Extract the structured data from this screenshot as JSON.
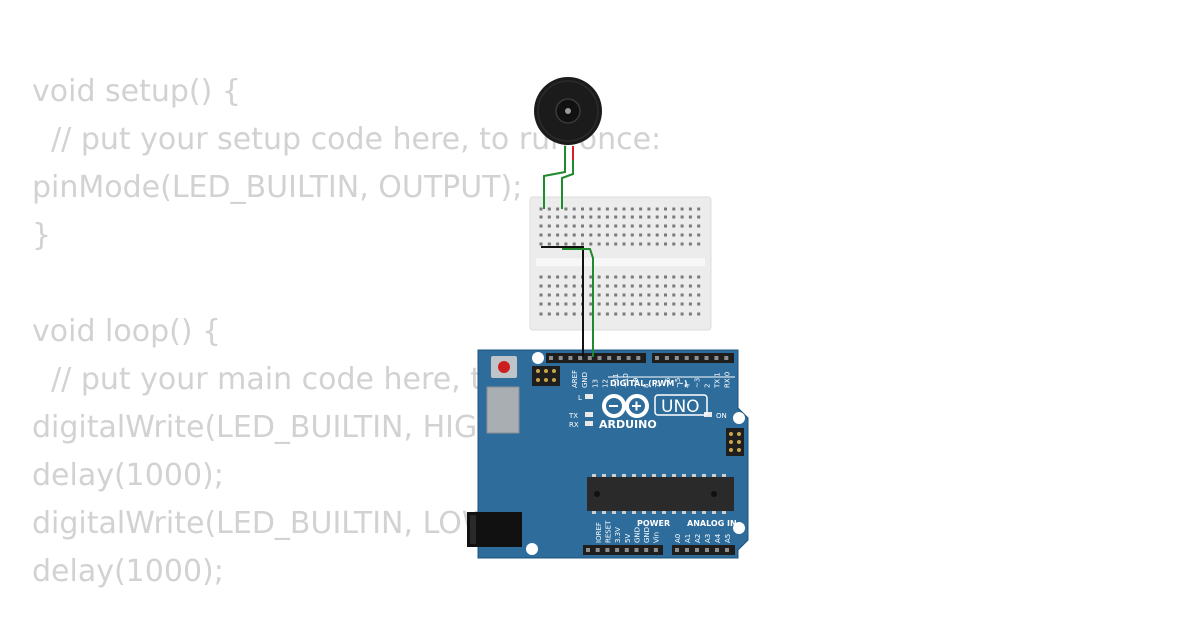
{
  "code_lines": [
    "void setup() {",
    "  // put your setup code here, to run once:",
    "pinMode(LED_BUILTIN, OUTPUT);",
    "}",
    "",
    "void loop() {",
    "  // put your main code here, to run repeatedly:",
    "digitalWrite(LED_BUILTIN, HIGH);",
    "delay(1000);",
    "digitalWrite(LED_BUILTIN, LOW);",
    "delay(1000);"
  ],
  "board": {
    "model_label": "UNO",
    "brand_label": "ARDUINO",
    "digital_header_label": "DIGITAL (PWM ~)",
    "power_label": "POWER",
    "analog_label": "ANALOG IN",
    "on_label": "ON",
    "l_label": "L",
    "tx_label": "TX",
    "rx_label": "RX",
    "left_header_pins": [
      "AREF",
      "GND",
      "13",
      "12",
      "~11",
      "~10",
      "~9",
      "8"
    ],
    "right_header_pins": [
      "7",
      "~6",
      "~5",
      "4",
      "~3",
      "2",
      "TX 1",
      "RX 0"
    ],
    "power_pins": [
      "IOREF",
      "RESET",
      "3.3V",
      "5V",
      "GND",
      "GND",
      "Vin"
    ],
    "analog_pins": [
      "A0",
      "A1",
      "A2",
      "A3",
      "A4",
      "A5"
    ]
  },
  "colors": {
    "code_text": "#d2d2d2",
    "board_blue": "#2d6c9b",
    "breadboard": "#ececec",
    "wire_green": "#1f8a2e",
    "wire_black": "#111111",
    "wire_red": "#d42020",
    "buzzer": "#1b1b1b"
  },
  "icons": {
    "buzzer": "piezo-buzzer-icon",
    "logo": "arduino-infinity-logo-icon"
  }
}
